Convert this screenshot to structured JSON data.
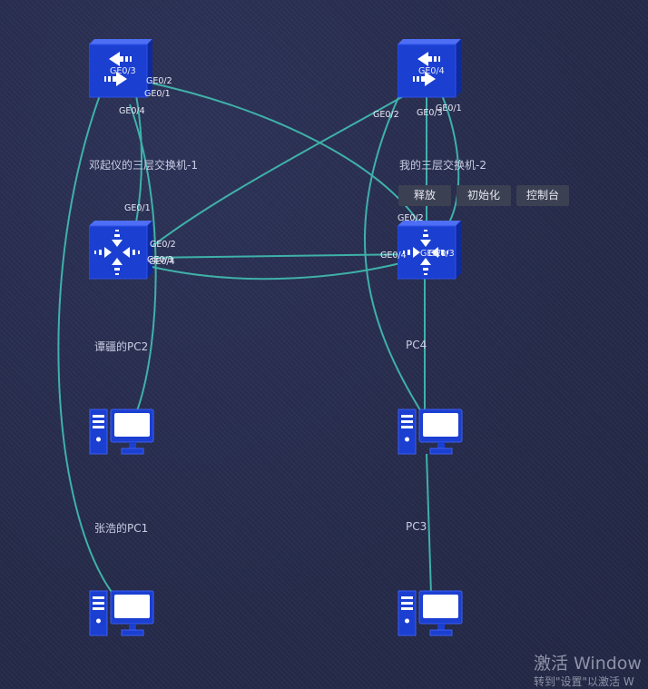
{
  "devices": {
    "l3_switch_1": "邓起仪的三层交换机-1",
    "l3_switch_2": "我的三层交换机-2",
    "pc1": "张浩的PC1",
    "pc2": "谭疆的PC2",
    "pc3": "PC3",
    "pc4": "PC4"
  },
  "ports": {
    "s1_ge03": "GE0/3",
    "s1_ge02": "GE0/2",
    "s1_ge01": "GE0/1",
    "s1_ge04": "GE0/4",
    "s2_ge04": "GE0/4",
    "s2_ge02": "GE0/2",
    "s2_ge03": "GE0/3",
    "s2_ge01": "GE0/1",
    "sw1_ge01": "GE0/1",
    "sw1_ge02": "GE0/2",
    "sw1_ge03": "GE0/3",
    "sw1_ge04": "GE0/4",
    "sw2_ge02": "GE0/2",
    "sw2_ge04": "GE0/4",
    "sw2_ge01": "GE0/1",
    "sw2_ge03": "GE0/3"
  },
  "menu": {
    "release": "释放",
    "init": "初始化",
    "console": "控制台"
  },
  "watermark": {
    "line1": "激活 Window",
    "line2": "转到\"设置\"以激活 W"
  },
  "colors": {
    "link": "#3fb1a9",
    "device_blue": "#1b3fd1",
    "background": "#262b4b"
  },
  "icons": [
    "l3-switch-icon",
    "switch-icon",
    "pc-icon"
  ]
}
